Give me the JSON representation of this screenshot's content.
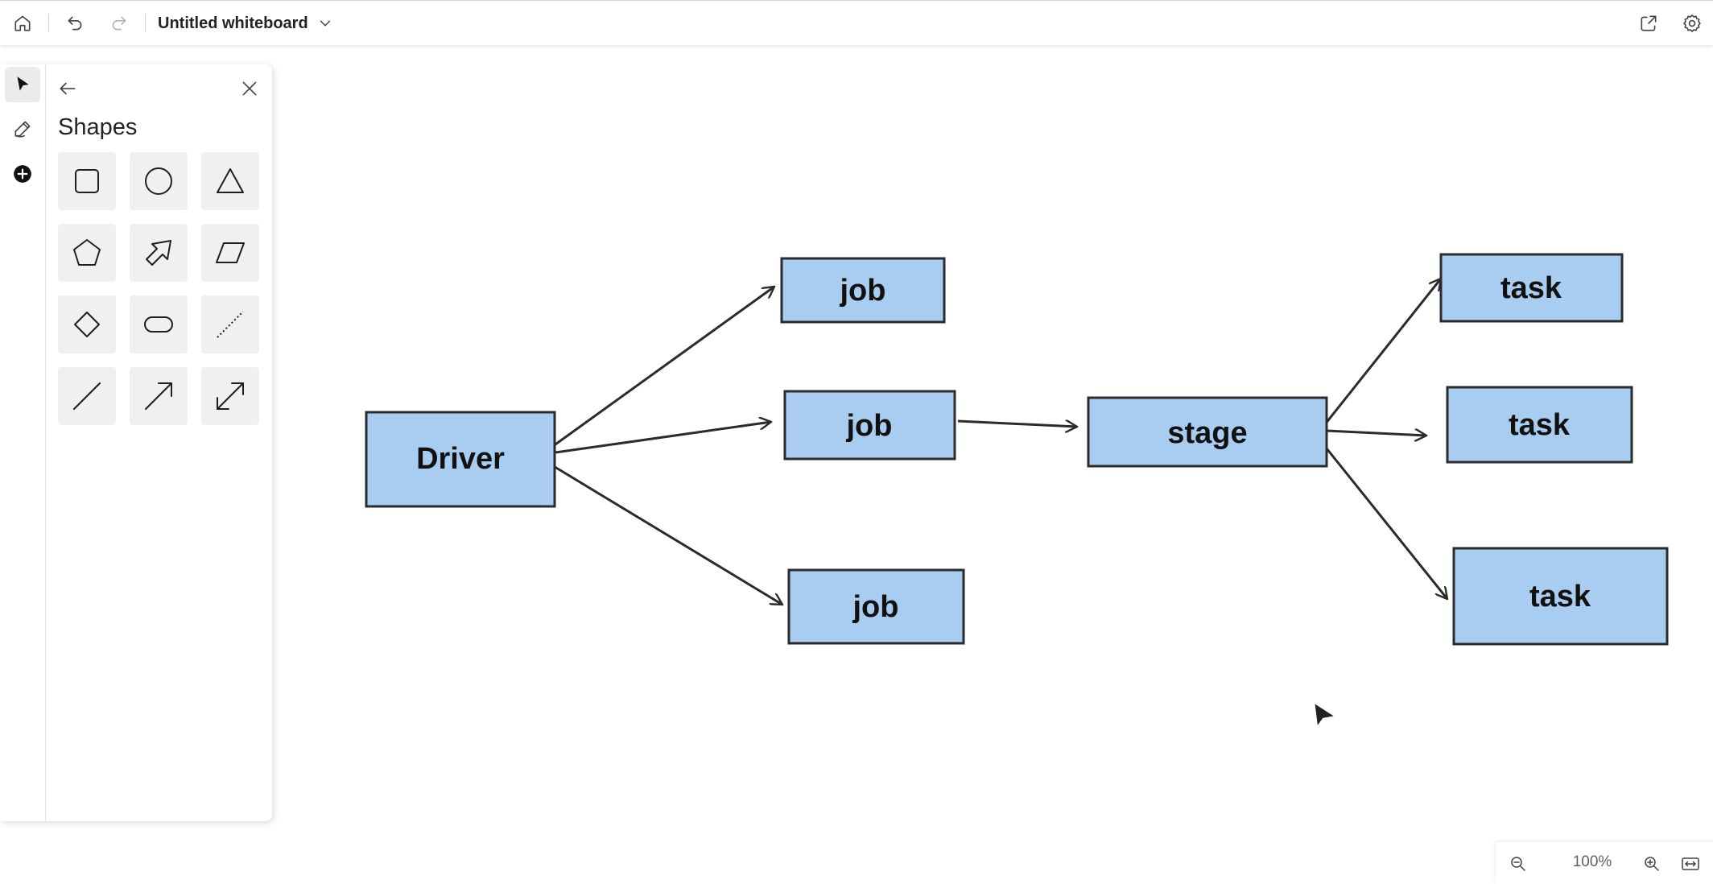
{
  "header": {
    "title": "Untitled whiteboard",
    "icons": [
      "home-icon",
      "undo-icon",
      "redo-icon",
      "chevron-down-icon",
      "share-icon",
      "gear-icon"
    ]
  },
  "rail": {
    "tools": [
      "select-pointer-icon",
      "pen-icon",
      "add-circle-icon"
    ],
    "active": "select-pointer-icon"
  },
  "panel": {
    "heading": "Shapes",
    "shapes": [
      "square-shape",
      "circle-shape",
      "triangle-shape",
      "pentagon-shape",
      "arrow-block-shape",
      "parallelogram-shape",
      "diamond-shape",
      "pill-shape",
      "dotted-line-shape",
      "line-shape",
      "arrow-line-shape",
      "double-arrow-shape"
    ]
  },
  "diagram": {
    "node_fill": "#a9cdf0",
    "node_stroke": "#2b2b2b",
    "nodes": {
      "driver": "Driver",
      "job1": "job",
      "job2": "job",
      "job3": "job",
      "stage": "stage",
      "task1": "task",
      "task2": "task",
      "task3": "task"
    },
    "edges": [
      [
        "driver",
        "job1"
      ],
      [
        "driver",
        "job2"
      ],
      [
        "driver",
        "job3"
      ],
      [
        "job2",
        "stage"
      ],
      [
        "stage",
        "task1"
      ],
      [
        "stage",
        "task2"
      ],
      [
        "stage",
        "task3"
      ]
    ]
  },
  "zoom": {
    "level": "100%"
  }
}
